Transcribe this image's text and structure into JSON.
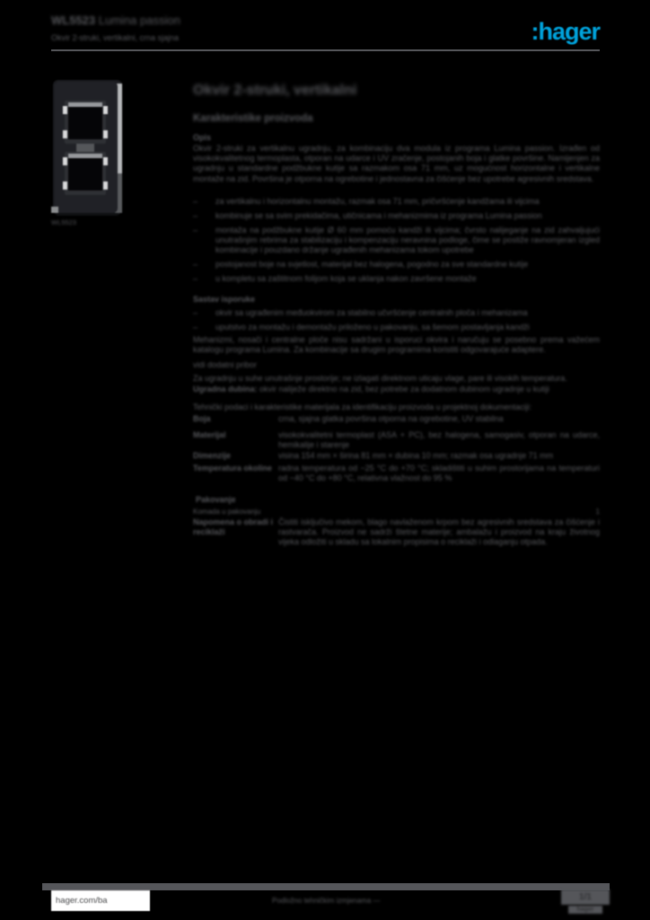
{
  "colors": {
    "text_gray": "#55565a",
    "brand_blue": "#00a3dc",
    "page_bg": "#000000",
    "footer_box_bg": "#ffffff"
  },
  "header": {
    "ref": "WL5523",
    "name": "Lumina passion",
    "subline": "Okvir 2-struki, vertikalni, crna sjajna"
  },
  "logo": {
    "brand": ":hager"
  },
  "product_image": {
    "caption": "WL5523"
  },
  "main": {
    "title": "Okvir 2-struki, vertikalni",
    "subtitle": "Karakteristike proizvoda",
    "description": {
      "label": "Opis",
      "text": "Okvir 2-struki za vertikalnu ugradnju, za kombinaciju dva modula iz programa Lumina passion. Izrađen od visokokvalitetnog termoplasta, otporan na udarce i UV zračenje, postojanih boja i glatke površine. Namijenjen za ugradnju u standardne podžbukne kutije sa razmakom osa 71 mm, uz mogućnost horizontalne i vertikalne montaže na zid. Površina je otporna na ogrebotine i jednostavna za čišćenje bez upotrebe agresivnih sredstava."
    },
    "features": {
      "items": [
        "za vertikalnu i horizontalnu montažu, razmak osa 71 mm, pričvršćenje kandžama ili vijcima",
        "kombinuje se sa svim prekidačima, utičnicama i mehanizmima iz programa Lumina passion",
        "montaža na podžbukne kutije Ø 60 mm pomoću kandži ili vijcima; čvrsto nalijeganje na zid zahvaljujući unutrašnjim rebrima za stabilizaciju i kompenzaciju neravnina podloge, čime se postiže ravnomjeran izgled kombinacije i pouzdano držanje ugrađenih mehanizama tokom upotrebe",
        "postojanost boje na svjetlost, materijal bez halogena, pogodno za sve standardne kutije",
        "u kompletu sa zaštitnom folijom koja se uklanja nakon završene montaže"
      ]
    },
    "delivery": {
      "label": "Sastav isporuke",
      "items": [
        "okvir sa ugrađenim međuokvirom za stabilno učvršćenje centralnih ploča i mehanizama",
        "uputstvo za montažu i demontažu priloženo u pakovanju, sa šemom postavljanja kandži"
      ],
      "note": "Mehanizmi, nosači i centralne ploče nisu sadržani u isporuci okvira i naručuju se posebno prema važećem katalogu programa Lumina. Za kombinacije sa drugim programima koristiti odgovarajuće adaptere.",
      "more": "vidi dodatni pribor"
    },
    "usage_line": "Za ugradnju u suhe unutrašnje prostorije; ne izlagati direktnom uticaju vlage, pare ili visokih temperatura.",
    "depth_row": {
      "label": "Ugradna dubina:",
      "value": "okvir naliježe direktno na zid, bez potrebe za dodatnom dubinom ugradnje u kutiji"
    },
    "specs": {
      "intro": "Tehnički podaci i karakteristike materijala za identifikaciju proizvoda u projektnoj dokumentaciji:",
      "rows": [
        {
          "label": "Boja",
          "value": "crna, sjajna glatka površina otporna na ogrebotine, UV stabilna"
        },
        {
          "label": "Materijal",
          "value": "visokokvalitetni termoplast (ASA + PC), bez halogena, samogasiv, otporan na udarce, hemikalije i starenje"
        },
        {
          "label": "Dimenzije",
          "value": "visina 154 mm × širina 81 mm × dubina 10 mm; razmak osa ugradnje 71 mm"
        },
        {
          "label": "Temperatura okoline",
          "value": "radna temperatura od −25 °C do +70 °C; skladištiti u suhim prostorijama na temperaturi od −40 °C do +80 °C, relativna vlažnost do 95 %"
        }
      ]
    },
    "packaging": {
      "label": "Pakovanje",
      "qty_label": "Komada u pakovanju",
      "qty_value": "1",
      "note_label": "Napomena o obradi i reciklaži",
      "note_value": "Čistiti isključivo mekom, blago navlaženom krpom bez agresivnih sredstava za čišćenje i rastvarača. Proizvod ne sadrži štetne materije; ambalažu i proizvod na kraju životnog vijeka odložiti u skladu sa lokalnim propisima o reciklaži i odlaganju otpada."
    }
  },
  "footer": {
    "site": "hager.com/ba",
    "center": "Podložno tehničkim izmjenama —",
    "page": "1/1",
    "doc": "hager"
  }
}
